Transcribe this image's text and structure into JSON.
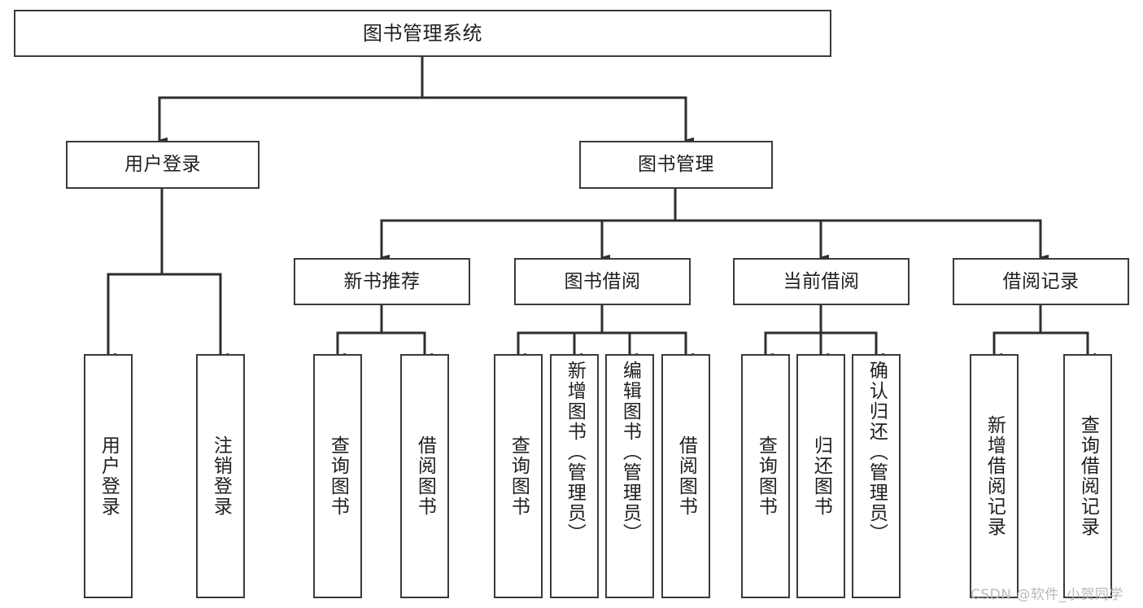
{
  "diagram": {
    "title": "图书管理系统",
    "type": "tree-hierarchy",
    "colors": {
      "background": "#ffffff",
      "box_border": "#3a3a3a",
      "box_fill": "#ffffff",
      "connector": "#2e2e2e",
      "text": "#1f1f1f",
      "watermark": "#b9b9b9"
    }
  },
  "nodes": {
    "root": {
      "label": "图书管理系统"
    },
    "level2": [
      {
        "id": "user-login",
        "label": "用户登录"
      },
      {
        "id": "book-manage",
        "label": "图书管理"
      }
    ],
    "level3": [
      {
        "id": "new-book-recommend",
        "label": "新书推荐"
      },
      {
        "id": "book-borrow",
        "label": "图书借阅"
      },
      {
        "id": "current-borrow",
        "label": "当前借阅"
      },
      {
        "id": "borrow-record",
        "label": "借阅记录"
      }
    ],
    "leaves": {
      "user-login": [
        {
          "id": "leaf-user-login",
          "label": "用户登录"
        },
        {
          "id": "leaf-user-logout",
          "label": "注销登录"
        }
      ],
      "new-book-recommend": [
        {
          "id": "leaf-query-book-1",
          "label": "查询图书"
        },
        {
          "id": "leaf-borrow-book-1",
          "label": "借阅图书"
        }
      ],
      "book-borrow": [
        {
          "id": "leaf-query-book-2",
          "label": "查询图书"
        },
        {
          "id": "leaf-add-book",
          "label": "新增图书（管理员）"
        },
        {
          "id": "leaf-edit-book",
          "label": "编辑图书（管理员）"
        },
        {
          "id": "leaf-borrow-book-2",
          "label": "借阅图书"
        }
      ],
      "current-borrow": [
        {
          "id": "leaf-query-book-3",
          "label": "查询图书"
        },
        {
          "id": "leaf-return-book",
          "label": "归还图书"
        },
        {
          "id": "leaf-confirm-return",
          "label": "确认归还（管理员）"
        }
      ],
      "borrow-record": [
        {
          "id": "leaf-add-record",
          "label": "新增借阅记录"
        },
        {
          "id": "leaf-query-record",
          "label": "查询借阅记录"
        }
      ]
    }
  },
  "watermark": {
    "text": "CSDN @软件_小贺同学"
  }
}
